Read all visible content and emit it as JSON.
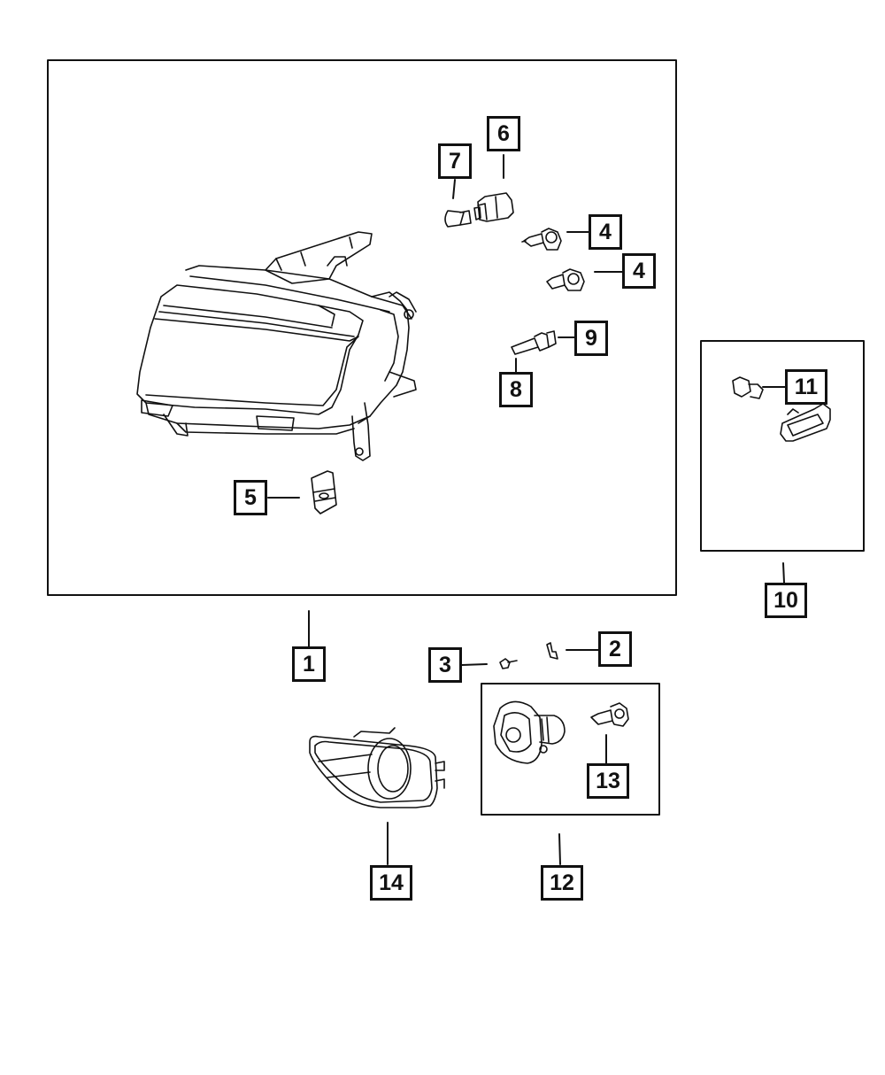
{
  "diagram": {
    "type": "exploded parts diagram",
    "subject": "Front lighting assembly (headlamp, side marker, fog lamp)",
    "colors": {
      "line": "#111111",
      "background": "#ffffff"
    }
  },
  "groups": [
    {
      "id": "headlamp-group",
      "callout": "1",
      "contains": [
        "4",
        "4",
        "5",
        "6",
        "7",
        "8",
        "9"
      ]
    },
    {
      "id": "side-marker-group",
      "callout": "10",
      "contains": [
        "11"
      ]
    },
    {
      "id": "fog-lamp-group",
      "callout": "12",
      "contains": [
        "13"
      ]
    }
  ],
  "callouts": {
    "c1": "1",
    "c2": "2",
    "c3": "3",
    "c4a": "4",
    "c4b": "4",
    "c5": "5",
    "c6": "6",
    "c7": "7",
    "c8": "8",
    "c9": "9",
    "c10": "10",
    "c11": "11",
    "c12": "12",
    "c13": "13",
    "c14": "14"
  },
  "parts": [
    {
      "callout": "1",
      "depicts": "headlamp assembly"
    },
    {
      "callout": "2",
      "depicts": "clip"
    },
    {
      "callout": "3",
      "depicts": "screw"
    },
    {
      "callout": "4",
      "depicts": "headlamp bulb (two)"
    },
    {
      "callout": "5",
      "depicts": "bracket / retainer"
    },
    {
      "callout": "6",
      "depicts": "bulb socket"
    },
    {
      "callout": "7",
      "depicts": "wedge bulb"
    },
    {
      "callout": "8",
      "depicts": "bulb"
    },
    {
      "callout": "9",
      "depicts": "bulb socket"
    },
    {
      "callout": "10",
      "depicts": "side marker lamp assembly"
    },
    {
      "callout": "11",
      "depicts": "side marker bulb"
    },
    {
      "callout": "12",
      "depicts": "fog lamp assembly"
    },
    {
      "callout": "13",
      "depicts": "fog lamp bulb"
    },
    {
      "callout": "14",
      "depicts": "fog lamp bezel"
    }
  ]
}
